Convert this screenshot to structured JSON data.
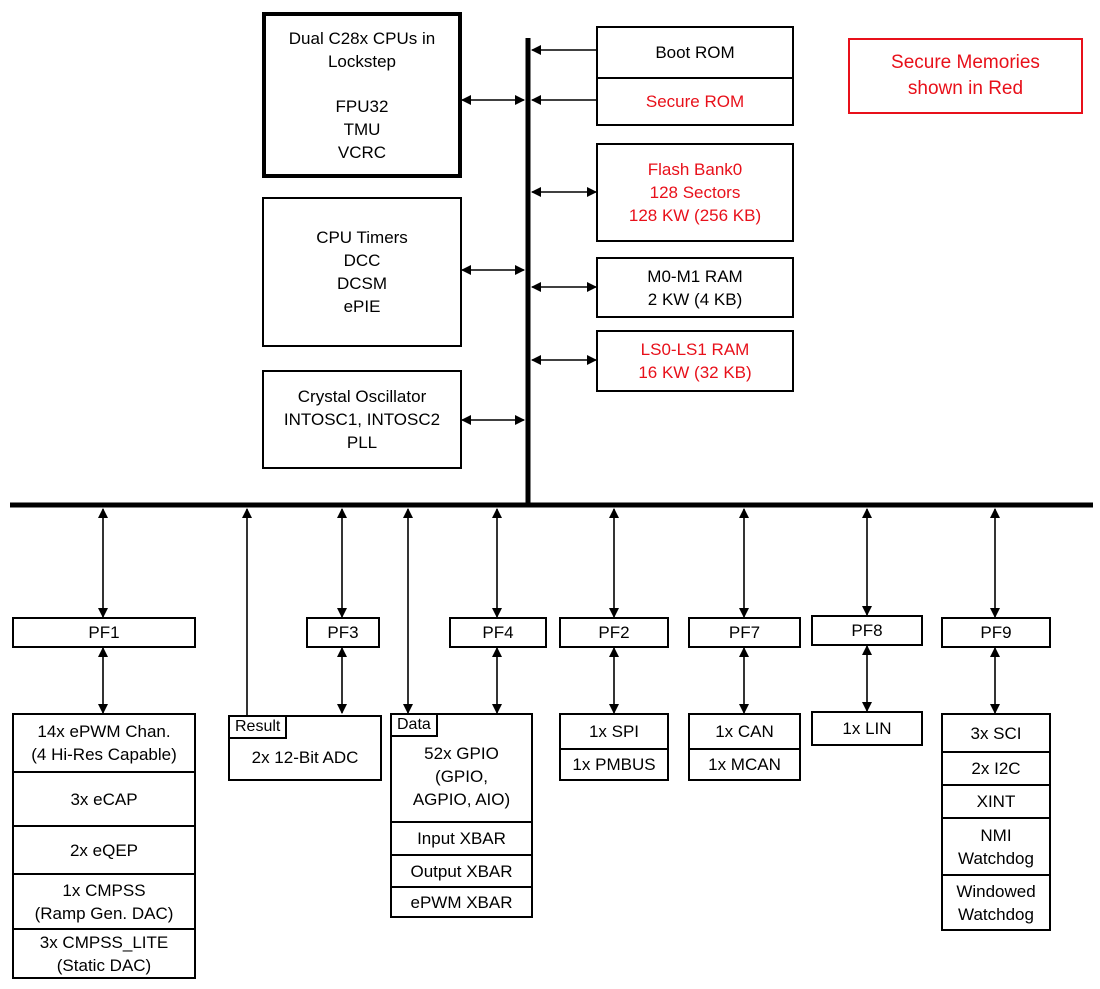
{
  "cpu": {
    "title": "Dual C28x CPUs in\nLockstep",
    "features": "FPU32\nTMU\nVCRC"
  },
  "cpu_timers": "CPU Timers\nDCC\nDCSM\nePIE",
  "clock": "Crystal Oscillator\nINTOSC1, INTOSC2\nPLL",
  "legend": "Secure Memories\nshown in Red",
  "colors": {
    "secure": "#e8101a",
    "line": "#000000"
  },
  "memories": {
    "boot_rom": "Boot ROM",
    "secure_rom": "Secure ROM",
    "flash": "Flash Bank0\n128 Sectors\n128 KW (256 KB)",
    "m0m1": "M0-M1 RAM\n2 KW (4 KB)",
    "ls0ls1": "LS0-LS1 RAM\n16 KW (32 KB)"
  },
  "frames": {
    "pf1": "PF1",
    "pf3": "PF3",
    "pf4": "PF4",
    "pf2": "PF2",
    "pf7": "PF7",
    "pf8": "PF8",
    "pf9": "PF9"
  },
  "pf1_modules": [
    "14x ePWM Chan.\n(4 Hi-Res Capable)",
    "3x eCAP",
    "2x eQEP",
    "1x CMPSS\n(Ramp Gen. DAC)",
    "3x CMPSS_LITE\n(Static DAC)"
  ],
  "adc": {
    "tab": "Result",
    "label": "2x 12-Bit ADC"
  },
  "gpio": {
    "tab": "Data",
    "items": [
      "52x GPIO\n(GPIO,\nAGPIO, AIO)",
      "Input XBAR",
      "Output XBAR",
      "ePWM XBAR"
    ]
  },
  "pf2_modules": [
    "1x SPI",
    "1x PMBUS"
  ],
  "pf7_modules": [
    "1x CAN",
    "1x MCAN"
  ],
  "pf8_modules": [
    "1x LIN"
  ],
  "pf9_modules": [
    "3x SCI",
    "2x I2C",
    "XINT",
    "NMI\nWatchdog",
    "Windowed\nWatchdog"
  ]
}
